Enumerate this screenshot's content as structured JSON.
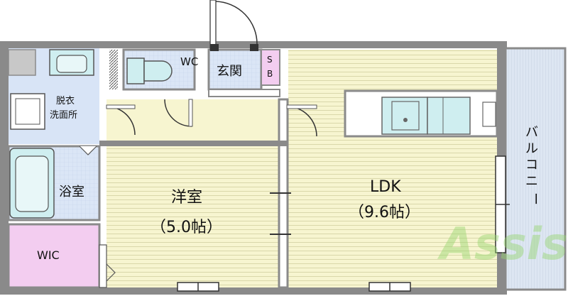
{
  "rooms": {
    "wc": "WC",
    "genkan": "玄関",
    "sb": [
      "S",
      "B"
    ],
    "datsui": [
      "脱衣",
      "洗面所"
    ],
    "yokushitsu": "浴室",
    "youshitsu": {
      "name": "洋室",
      "size": "（5.0帖）"
    },
    "ldk": {
      "name": "LDK",
      "size": "（9.6帖）"
    },
    "balcony": [
      "バ",
      "ル",
      "コ",
      "ニ",
      "ー"
    ],
    "wic": "WIC"
  },
  "watermark": {
    "text": "Assist"
  },
  "colors": {
    "wall": "#8a8a8a",
    "youshitsu_floor": "#f7f5d0",
    "stripe": "#d4d2a4",
    "tile": "#d8e4f6",
    "wic": "#f3cdf0",
    "sb": "#f3cdf0",
    "watermark": "#94d46c"
  }
}
